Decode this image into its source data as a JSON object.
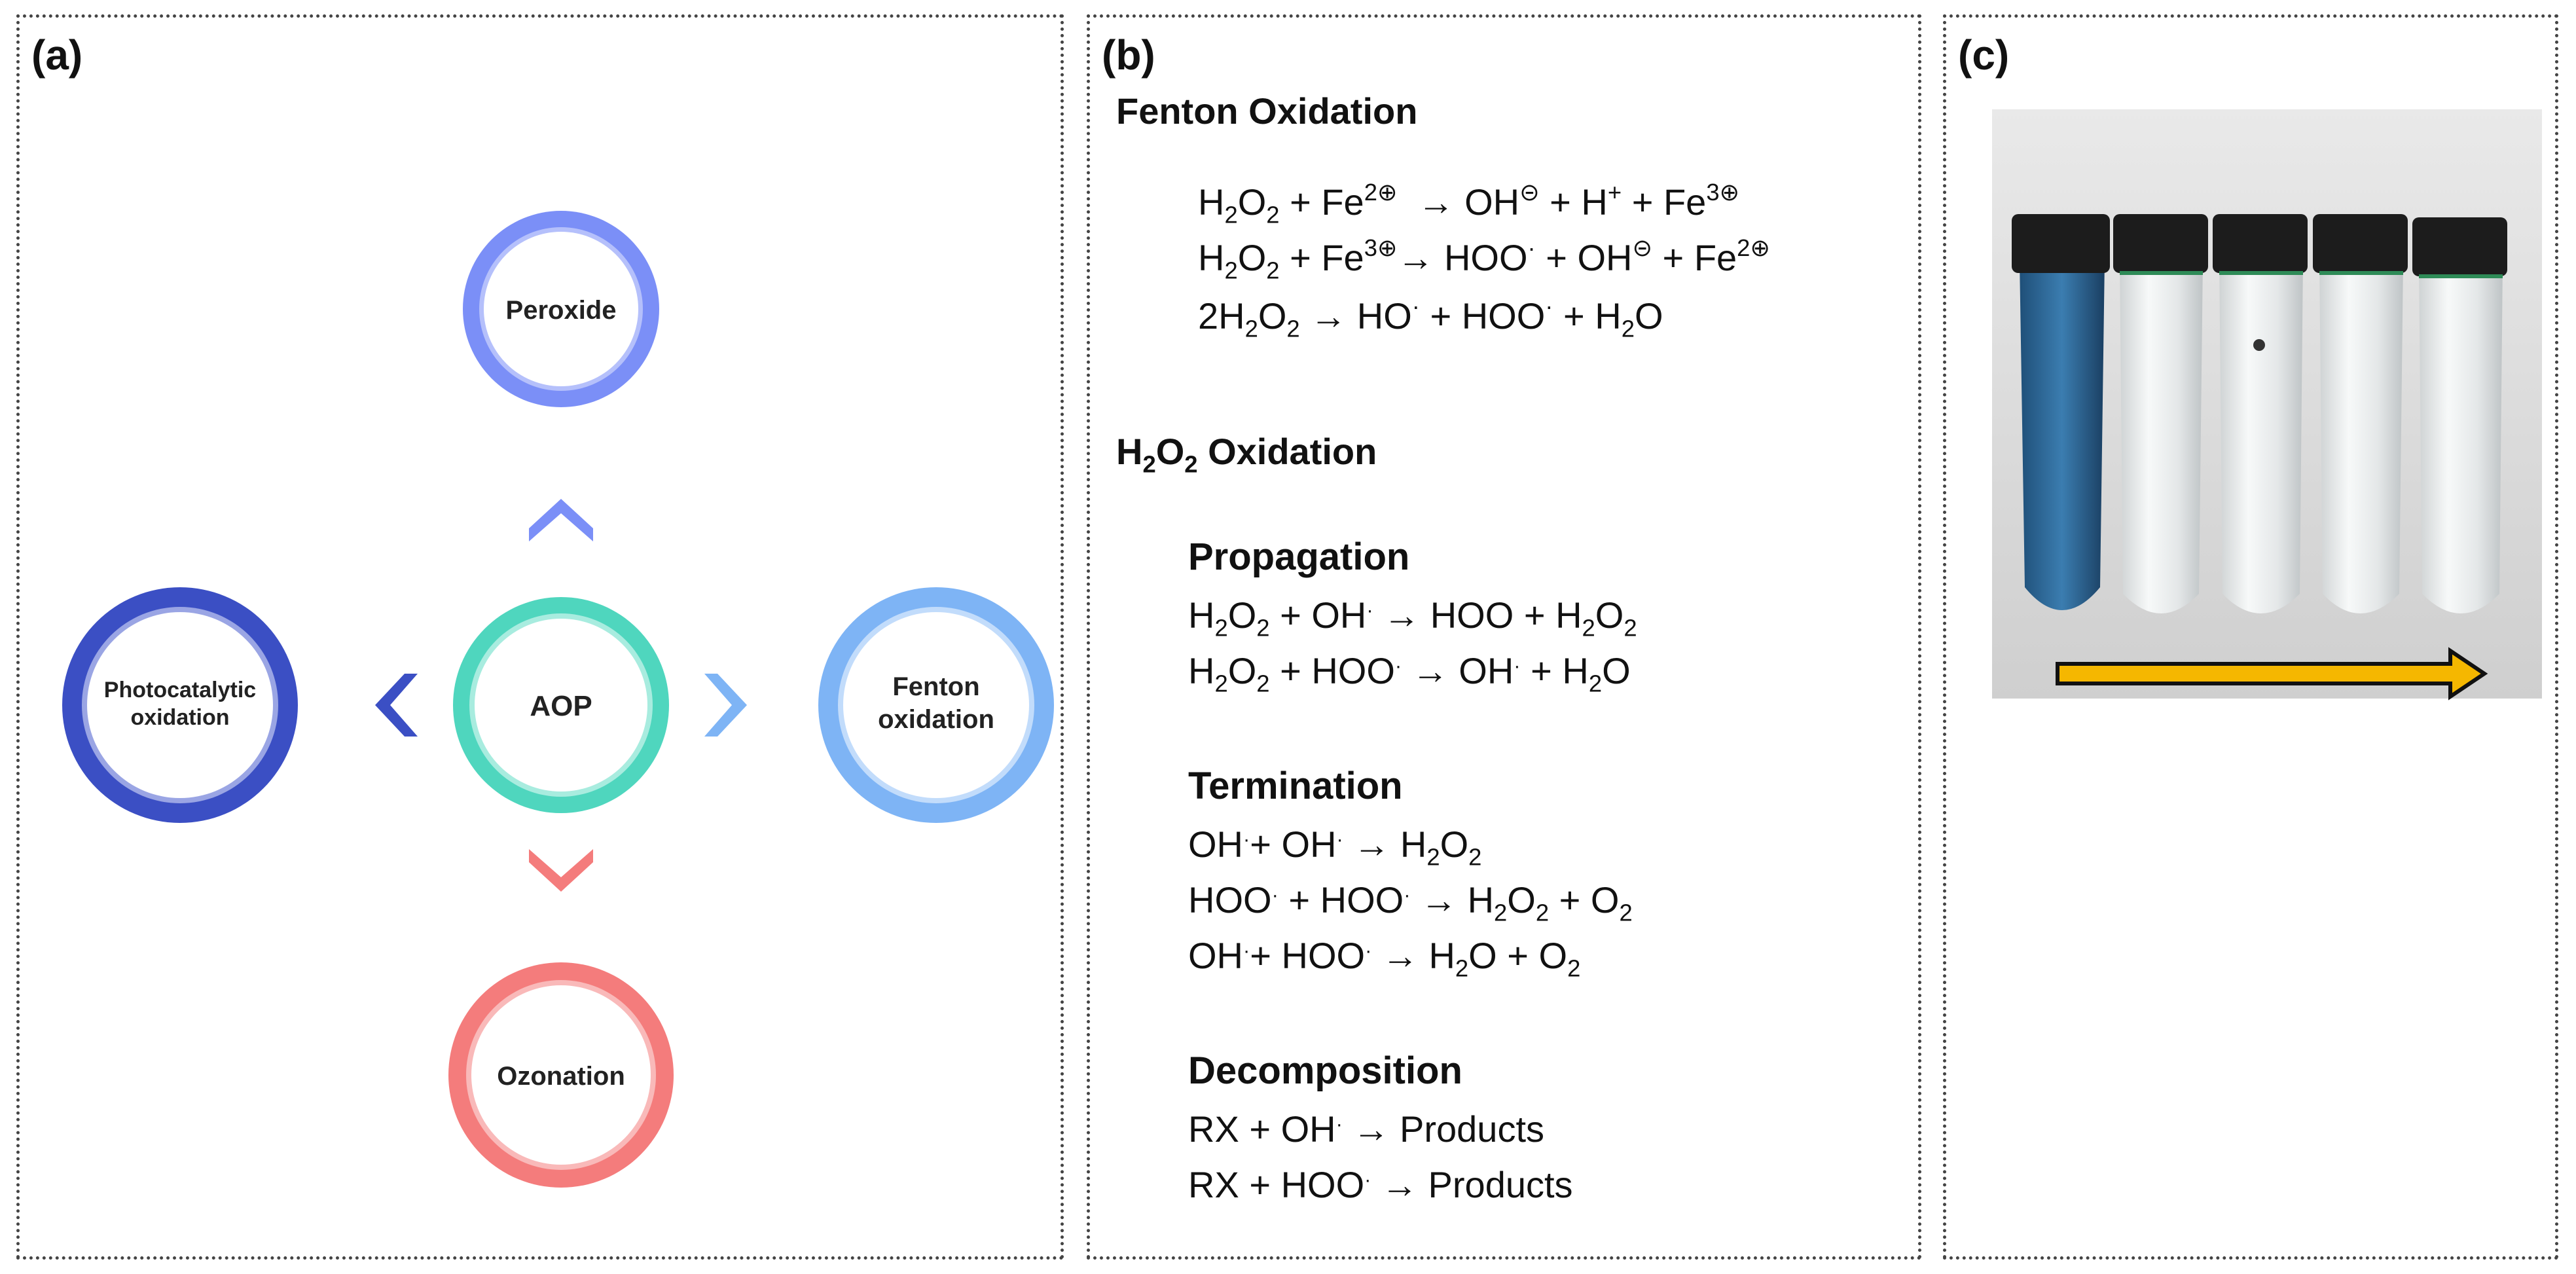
{
  "panels": {
    "a": {
      "label": "(a)",
      "center": "AOP",
      "nodes": {
        "top": "Peroxide",
        "left_line1": "Photocatalytic",
        "left_line2": "oxidation",
        "right_line1": "Fenton",
        "right_line2": "oxidation",
        "bottom": "Ozonation"
      },
      "colors": {
        "center": "#4fd6be",
        "top": "#7b8ff7",
        "left": "#3b4fc4",
        "right": "#7eb4f5",
        "bottom": "#f47c7c"
      }
    },
    "b": {
      "label": "(b)",
      "fenton_title": "Fenton Oxidation",
      "h2o2_title": "Oxidation",
      "propagation": "Propagation",
      "termination": "Termination",
      "decomposition": "Decomposition"
    },
    "c": {
      "label": "(c)",
      "arrow_color": "#f5b700"
    }
  }
}
